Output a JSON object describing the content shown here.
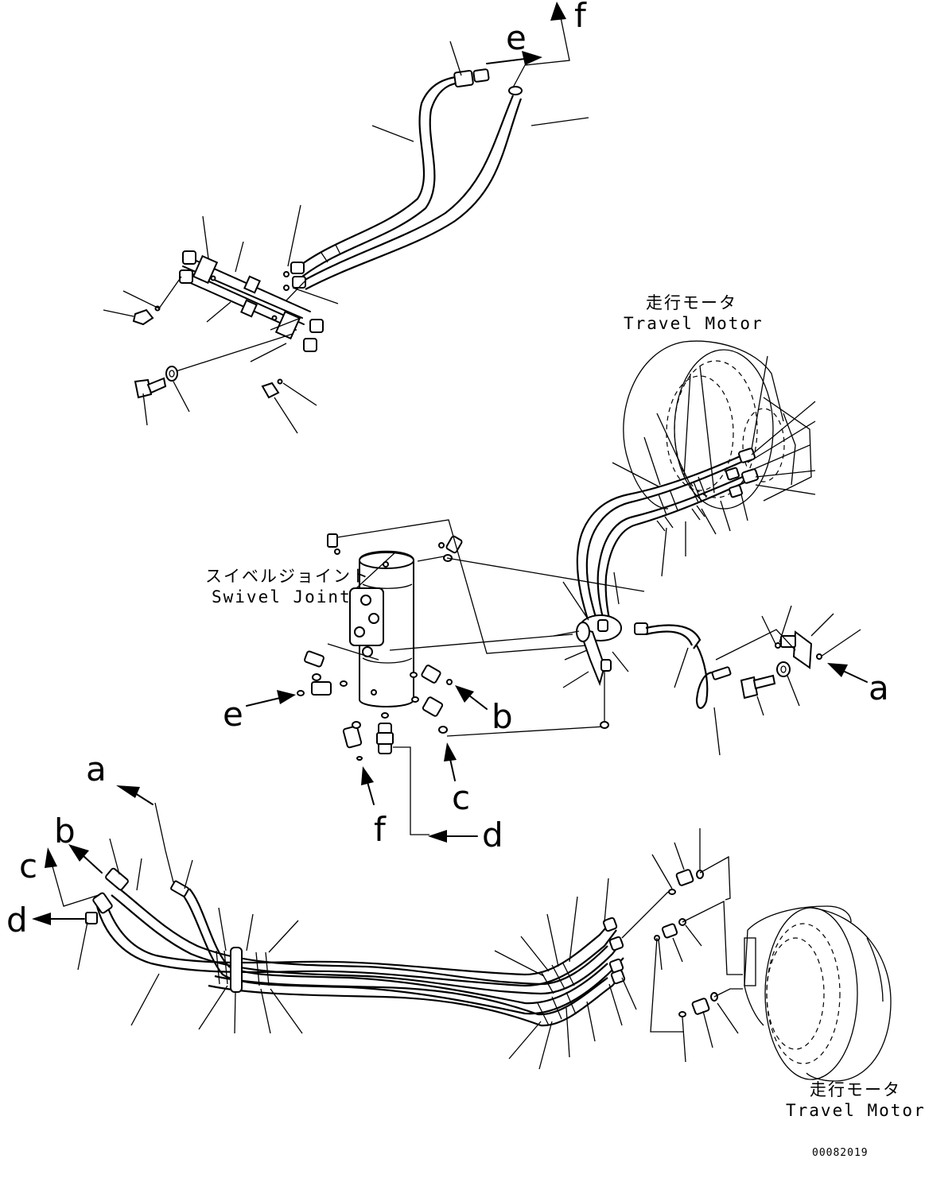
{
  "labels": {
    "swivel_joint_jp": "スイベルジョイント",
    "swivel_joint_en": "Swivel Joint",
    "travel_motor_upper_jp": "走行モータ",
    "travel_motor_upper_en": "Travel Motor",
    "travel_motor_lower_jp": "走行モータ",
    "travel_motor_lower_en": "Travel Motor"
  },
  "connection_letters": {
    "top_e": "e",
    "top_f": "f",
    "swivel_e": "e",
    "swivel_b": "b",
    "swivel_c": "c",
    "swivel_f": "f",
    "swivel_d": "d",
    "right_a": "a",
    "left_a": "a",
    "left_b": "b",
    "left_c": "c",
    "left_d": "d"
  },
  "document_number": "00082019"
}
